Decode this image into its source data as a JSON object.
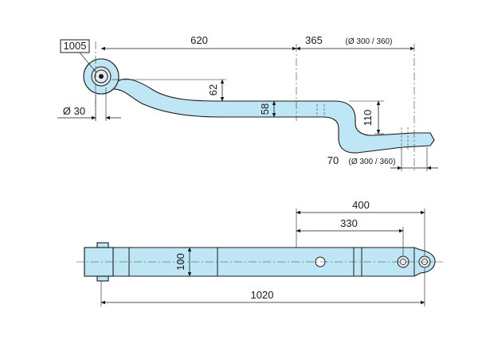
{
  "part_number": "1005",
  "dimensions": {
    "overall_upper": "620",
    "offset_upper": "365",
    "offset_upper_note": "(Ø 300 / 360)",
    "eye_diameter": "Ø 30",
    "drop": "62",
    "thickness": "58",
    "rise": "110",
    "tail": "70",
    "tail_note": "(Ø 300 / 360)",
    "hole_distance_outer": "400",
    "hole_distance_inner": "330",
    "width": "100",
    "overall_length": "1020"
  },
  "colors": {
    "part_fill": "#bfe6f5",
    "line": "#1a1a1a"
  }
}
